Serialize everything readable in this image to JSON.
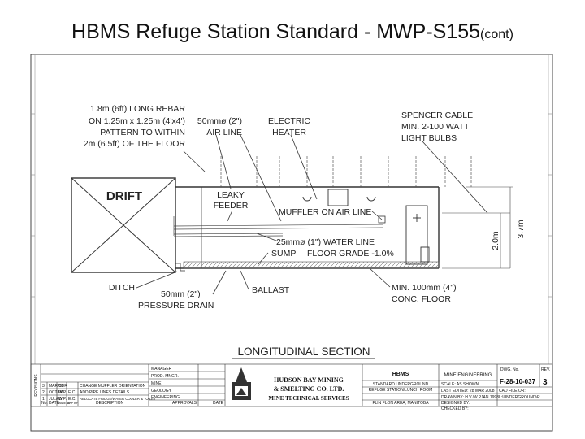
{
  "title": {
    "main": "HBMS Refuge Station Standard - MWP-S155",
    "suffix": "(cont)"
  },
  "labels": {
    "rebar": [
      "1.8m (6ft) LONG REBAR",
      "ON 1.25m x 1.25m (4'x4')",
      "PATTERN TO WITHIN",
      "2m (6.5ft) OF THE FLOOR"
    ],
    "air_line": [
      "50mmø (2\")",
      "AIR LINE"
    ],
    "electric_heater": [
      "ELECTRIC",
      "HEATER"
    ],
    "spencer_cable": [
      "SPENCER CABLE",
      "MIN. 2-100 WATT",
      "LIGHT BULBS"
    ],
    "drift": "DRIFT",
    "leaky_feeder": [
      "LEAKY",
      "FEEDER"
    ],
    "muffler": "MUFFLER ON AIR LINE",
    "water_line": "25mmø (1\") WATER LINE",
    "sump": "SUMP",
    "floor_grade": "FLOOR GRADE -1.0%",
    "ditch": "DITCH",
    "pressure_drain": [
      "50mm (2\")",
      "PRESSURE DRAIN"
    ],
    "ballast": "BALLAST",
    "conc_floor": [
      "MIN. 100mm (4\")",
      "CONC. FLOOR"
    ],
    "dim_inner": "2.0m",
    "dim_outer": "3.7m",
    "section": "LONGITUDINAL SECTION"
  },
  "title_block": {
    "revisions": [
      [
        "3",
        "MAR/08",
        "CDR",
        "",
        "CHANGE MUFFLER ORIENTATION"
      ],
      [
        "2",
        "OCT/06",
        "W.P.",
        "E.C.",
        "ADD PIPE LINES DETAILS"
      ],
      [
        "1",
        "JUL/05",
        "W.P.",
        "E.C.",
        "RELOCATE FRIDGE/WATER COOLER & TOILET"
      ]
    ],
    "rev_headers": [
      "No.",
      "DATE",
      "MADE BY",
      "APP BY",
      "DESCRIPTION"
    ],
    "approvals_header": "APPROVALS",
    "approvals_date": "DATE",
    "approvals": [
      "MANAGER",
      "PROD. MNGR.",
      "MINE",
      "GEOLOGY",
      "ENGINEERING"
    ],
    "side_label": "REVISIONS",
    "company": [
      "HUDSON BAY MINING",
      "& SMELTING CO. LTD.",
      "MINE TECHNICAL SERVICES"
    ],
    "hbms": "HBMS",
    "drawing_title": [
      "STANDARD UNDERGROUND",
      "REFUGE STATION/LUNCH ROOM"
    ],
    "location": "FLIN FLON AREA, MANITOBA",
    "dept": "MINE ENGINEERING",
    "scale": "SCALE:   AS SHOWN",
    "last_edit": "LAST EDITED: 28 MAR 2008",
    "drawn": "DRAWN BY:   H.V./W.P.",
    "drawn_date": "JAN 1998",
    "designed": "DESIGNED BY:",
    "checked": "CHECKED BY:",
    "dwg_no_label": "DWG. No.",
    "dwg_no": "F-28-10-037",
    "rev_label": "REV.",
    "rev": "3",
    "cad_label": "CAD FILE OR:",
    "cad_path": "L:\\UNDERGROUND\\R"
  }
}
